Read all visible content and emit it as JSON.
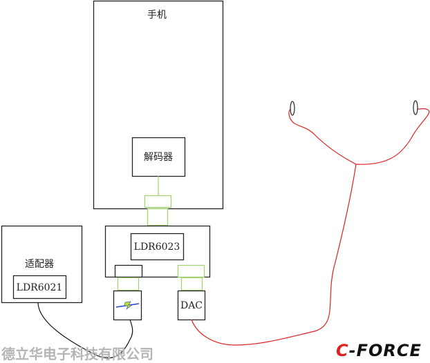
{
  "phone": {
    "title": "手机",
    "decoder": "解码器"
  },
  "board": {
    "chip": "LDR6023",
    "dac": "DAC"
  },
  "adapter": {
    "title": "适配器",
    "chip": "LDR6021"
  },
  "watermark": "德立华电子科技有限公司",
  "logo": {
    "prefix": "C",
    "rest": "-FORCE"
  },
  "colors": {
    "connector": "#9ed36a",
    "audio_cable": "#e02020",
    "power_cable": "#111111",
    "lightning": "#2244cc"
  }
}
